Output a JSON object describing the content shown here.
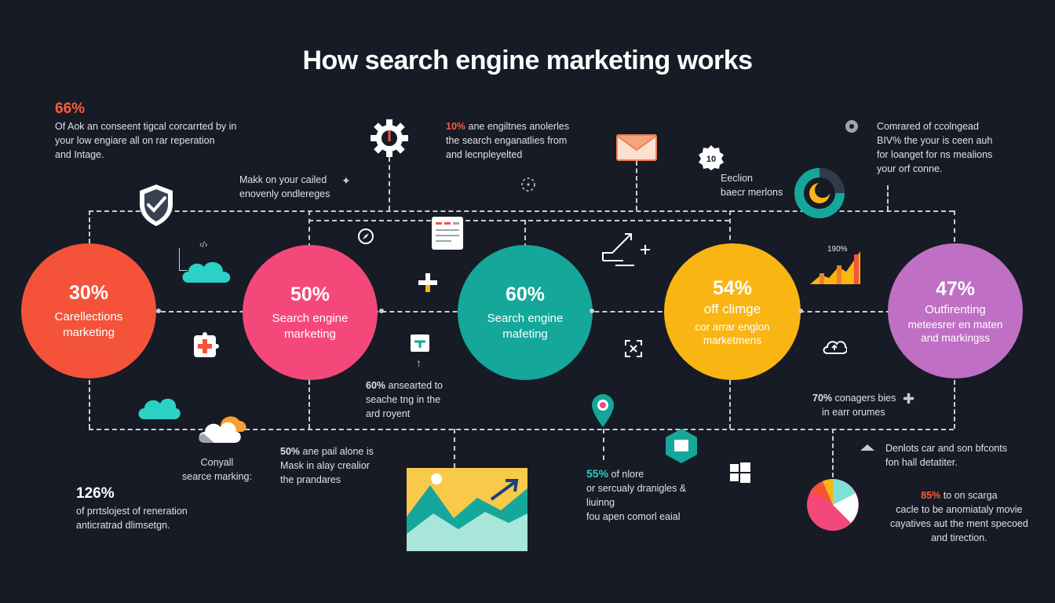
{
  "title": "How search engine marketing works",
  "colors": {
    "background": "#161b25",
    "circle1": "#f4533a",
    "circle2": "#f5487a",
    "circle3": "#14a79a",
    "circle4": "#f9b512",
    "circle5": "#bf6fc4",
    "accent_red": "#ff5b3c",
    "accent_teal": "#2bd1c4"
  },
  "circles": [
    {
      "pct": "30%",
      "label": "Carellections marketing"
    },
    {
      "pct": "50%",
      "label": "Search engine marketing"
    },
    {
      "pct": "60%",
      "label": "Search engine mafeting"
    },
    {
      "pct": "54%",
      "label": "off climge",
      "sublabel": "cor arrar englon marketmens"
    },
    {
      "pct": "47%",
      "label": "Outfirenting",
      "sublabel": "meteesrer en maten and markingss"
    }
  ],
  "notes": {
    "top_left": {
      "pct": "66%",
      "lines": [
        "Of Aok an conseent tigcal corcarrted by in",
        "your low engiare all on rar reperation",
        "and Intage."
      ]
    },
    "mid_left": {
      "lines": [
        "Makk on your cailed",
        "enovenly ondlereges"
      ]
    },
    "top_center": {
      "pct": "10%",
      "rest": "ane engiltnes anolerles",
      "lines": [
        "the search enganatlies from",
        "and lecnpleyelted"
      ]
    },
    "top_right_center": {
      "badge": "10",
      "lines": [
        "Eeclion",
        "baecr merlons"
      ]
    },
    "top_right": {
      "lines": [
        "Comrared of ccolngead",
        "BIV% the your is ceen auh",
        "for loanget for ns mealions",
        "your orf conne."
      ]
    },
    "chart_label": "190%",
    "below_50": {
      "pct": "60%",
      "rest": "ansearted to",
      "lines": [
        "seache tng in the",
        "ard royent"
      ]
    },
    "bottom_left": {
      "lines": [
        "Conyall",
        "searce marking:"
      ]
    },
    "bottom_center_left": {
      "pct": "50%",
      "rest": "ane pail alone is",
      "lines": [
        "Mask in alay crealior",
        "the prandares"
      ]
    },
    "bottom_far_left": {
      "pct": "126%",
      "lines": [
        "of prrtslojest of reneration",
        "anticratrad dlimsetgn."
      ]
    },
    "bottom_center_right": {
      "pct": "55%",
      "rest": "of nlore",
      "lines": [
        "or sercualy dranigles &",
        "liuinng",
        "fou apen comorl eaial"
      ]
    },
    "right_mid": {
      "pct": "70%",
      "rest": "conagers bies",
      "lines": [
        "in earr orumes"
      ]
    },
    "bottom_right_a": {
      "lines": [
        "Denlots car and son bfconts",
        "fon hall detatiter."
      ]
    },
    "bottom_right_b": {
      "pct": "85%",
      "rest": "to on scarga",
      "lines": [
        "cacle to be anomiataly movie",
        "cayatives aut the ment specoed",
        "and tirection."
      ]
    }
  },
  "icons": [
    "gear-icon",
    "shield-check-icon",
    "envelope-icon",
    "badge-icon",
    "donut-chart-icon",
    "cloud-icon",
    "calendar-icon",
    "compass-icon",
    "plus-icon",
    "growth-arrow-icon",
    "bar-chart-icon",
    "location-pin-icon",
    "hexagon-icon",
    "windows-icon",
    "pie-chart-icon",
    "mountain-chart-icon",
    "cloud-upload-icon",
    "puzzle-icon",
    "move-icon"
  ]
}
